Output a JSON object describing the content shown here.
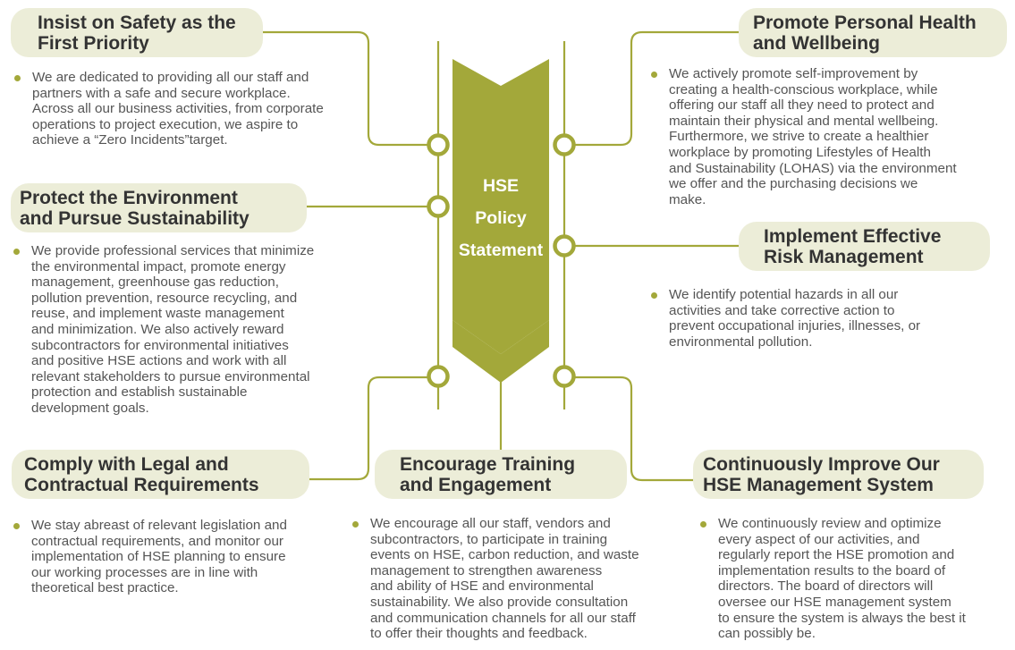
{
  "colors": {
    "accent": "#a3a83a",
    "pill_background": "#ecedd8",
    "line": "#a3a83a",
    "heading_text": "#333333",
    "body_text": "#555555"
  },
  "center": {
    "line1": "HSE",
    "line2": "Policy",
    "line3": "Statement"
  },
  "sections": {
    "safety": {
      "title1": "Insist on Safety as the",
      "title2": "First Priority",
      "body": "We are dedicated to providing all our staff and\npartners with a safe and secure workplace.\nAcross all our business activities, from corporate\noperations to project execution, we aspire to\nachieve   a “Zero Incidents”target."
    },
    "environment": {
      "title1": "Protect the Environment",
      "title2": "and Pursue Sustainability",
      "body": "We provide professional services that minimize\nthe environmental impact, promote energy\nmanagement, greenhouse gas reduction,\npollution prevention, resource recycling, and\nreuse, and implement waste management\nand minimization. We also actively reward\nsubcontractors for environmental initiatives\nand positive HSE actions and work with all\nrelevant stakeholders to pursue environmental\nprotection and establish sustainable\ndevelopment goals."
    },
    "legal": {
      "title1": "Comply with Legal and",
      "title2": "Contractual Requirements",
      "body": "We stay abreast of relevant legislation and\ncontractual requirements, and monitor our\nimplementation of HSE planning to ensure\nour working processes are in line with\ntheoretical best practice."
    },
    "training": {
      "title1": "Encourage Training",
      "title2": "and Engagement",
      "body": "We encourage all our staff, vendors and\nsubcontractors, to participate in training\nevents on HSE, carbon reduction, and waste\nmanagement to strengthen awareness\nand ability of HSE and environmental\nsustainability. We also provide consultation\nand communication channels for all our staff\nto offer their thoughts and feedback."
    },
    "health": {
      "title1": "Promote Personal Health",
      "title2": "and Wellbeing",
      "body": "We actively promote self-improvement by\ncreating a health-conscious workplace, while\noffering our staff all they need to protect and\nmaintain their physical and mental wellbeing.\nFurthermore, we strive to create a healthier\nworkplace by promoting Lifestyles of Health\nand Sustainability (LOHAS) via the environment\nwe offer and the purchasing decisions we\nmake."
    },
    "risk": {
      "title1": "Implement Effective",
      "title2": "Risk Management",
      "body": "We identify potential hazards in all our\nactivities and take corrective action to\nprevent occupational injuries, illnesses, or\nenvironmental pollution."
    },
    "improve": {
      "title1": "Continuously Improve Our",
      "title2": "HSE Management System",
      "body": "We continuously review and optimize\nevery aspect of our activities, and\nregularly report the HSE promotion and\nimplementation results to the board of\ndirectors. The board of directors will\noversee our HSE management system\nto ensure the system is always the best it\ncan possibly be."
    }
  }
}
